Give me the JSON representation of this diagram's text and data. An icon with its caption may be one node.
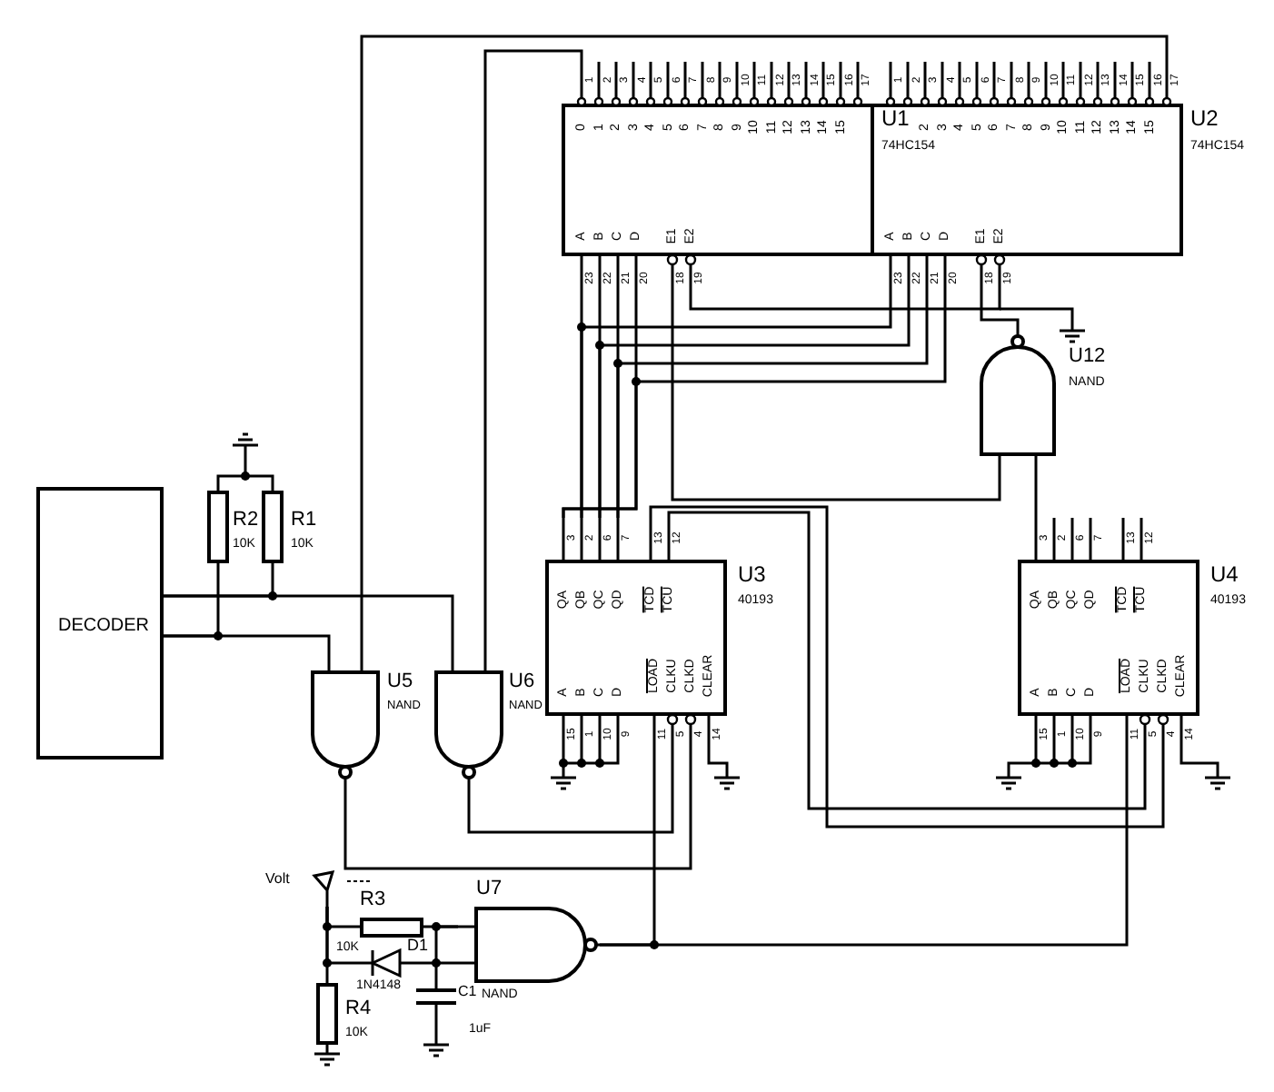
{
  "diagram": {
    "nodes": [
      {
        "text": [
          "DECODER"
        ]
      },
      {
        "text": [],
        "shape": "resistor",
        "beside": [
          "R2",
          "10K"
        ]
      },
      {
        "text": [],
        "shape": "resistor",
        "beside": [
          "R1",
          "10K"
        ]
      },
      {
        "text": [],
        "shape": "gate",
        "beside": [
          "U5",
          "NAND"
        ]
      },
      {
        "text": [],
        "shape": "gate",
        "beside": [
          "U6",
          "NAND"
        ]
      },
      {
        "text": [
          "0",
          "1",
          "2",
          "3",
          "4",
          "5",
          "6",
          "7",
          "8",
          "9",
          "10",
          "11",
          "12",
          "13",
          "14",
          "15",
          "A",
          "B",
          "C",
          "D",
          "E1",
          "E2"
        ],
        "beside": [
          "1",
          "2",
          "3",
          "4",
          "5",
          "6",
          "7",
          "8",
          "9",
          "10",
          "11",
          "12",
          "13",
          "14",
          "15",
          "16",
          "17",
          "23",
          "22",
          "21",
          "20",
          "18",
          "19"
        ]
      },
      {
        "text": [
          "U1",
          "2",
          "3",
          "4",
          "5",
          "6",
          "7",
          "8",
          "9",
          "10",
          "11",
          "12",
          "13",
          "14",
          "15",
          "74HC154",
          "A",
          "B",
          "C",
          "D",
          "E1",
          "E2"
        ],
        "beside": [
          "U2",
          "74HC154",
          "1",
          "2",
          "3",
          "4",
          "5",
          "6",
          "7",
          "8",
          "9",
          "10",
          "11",
          "12",
          "13",
          "14",
          "15",
          "16",
          "17",
          "23",
          "22",
          "21",
          "20",
          "18",
          "19"
        ]
      },
      {
        "text": [],
        "shape": "gate",
        "beside": [
          "U12",
          "NAND"
        ]
      },
      {
        "text": [
          "QA",
          "QB",
          "QC",
          "QD",
          "TCD",
          "TCU",
          "A",
          "B",
          "C",
          "D",
          "LOAD",
          "CLKU",
          "CLKD",
          "CLEAR"
        ],
        "beside": [
          "U3",
          "40193",
          "3",
          "2",
          "6",
          "7",
          "13",
          "12",
          "15",
          "1",
          "10",
          "9",
          "11",
          "5",
          "4",
          "14"
        ]
      },
      {
        "text": [
          "QA",
          "QB",
          "QC",
          "QD",
          "TCD",
          "TCU",
          "A",
          "B",
          "C",
          "D",
          "LOAD",
          "CLKU",
          "CLKD",
          "CLEAR"
        ],
        "beside": [
          "U4",
          "40193",
          "3",
          "2",
          "6",
          "7",
          "13",
          "12",
          "15",
          "1",
          "10",
          "9",
          "11",
          "5",
          "4",
          "14"
        ]
      },
      {
        "text": [],
        "shape": "terminal",
        "beside": [
          "Volt"
        ]
      },
      {
        "text": [],
        "shape": "resistor",
        "beside": [
          "R3",
          "10K"
        ]
      },
      {
        "text": [],
        "shape": "diode",
        "beside": [
          "D1",
          "1N4148"
        ]
      },
      {
        "text": [],
        "shape": "resistor",
        "beside": [
          "R4",
          "10K"
        ]
      },
      {
        "text": [],
        "shape": "capacitor",
        "beside": [
          "C1",
          "1uF"
        ]
      },
      {
        "text": [],
        "shape": "gate",
        "beside": [
          "U7",
          "NAND"
        ]
      }
    ],
    "edges": [
      {
        "from": 0,
        "to": 2,
        "arrow": "none"
      },
      {
        "from": 0,
        "to": 4,
        "arrow": "none"
      },
      {
        "from": 0,
        "to": 1,
        "arrow": "none"
      },
      {
        "from": 0,
        "to": 3,
        "arrow": "none"
      },
      {
        "from": 1,
        "to": 2,
        "arrow": "none"
      },
      {
        "from": 6,
        "to": 3,
        "arrow": "none"
      },
      {
        "from": 5,
        "to": 4,
        "arrow": "none"
      },
      {
        "from": 5,
        "to": 8,
        "arrow": "none"
      },
      {
        "from": 5,
        "to": 8,
        "arrow": "none"
      },
      {
        "from": 5,
        "to": 8,
        "arrow": "none"
      },
      {
        "from": 5,
        "to": 8,
        "arrow": "none"
      },
      {
        "from": 6,
        "to": 8,
        "arrow": "none"
      },
      {
        "from": 6,
        "to": 8,
        "arrow": "none"
      },
      {
        "from": 6,
        "to": 8,
        "arrow": "none"
      },
      {
        "from": 6,
        "to": 8,
        "arrow": "none"
      },
      {
        "from": 6,
        "to": 7,
        "arrow": "none"
      },
      {
        "from": 5,
        "to": 6,
        "arrow": "none"
      },
      {
        "from": 5,
        "to": 7,
        "arrow": "none"
      },
      {
        "from": 7,
        "to": 9,
        "arrow": "none"
      },
      {
        "from": 8,
        "to": 9,
        "arrow": "none"
      },
      {
        "from": 8,
        "to": 9,
        "arrow": "none"
      },
      {
        "from": 3,
        "to": 8,
        "arrow": "none"
      },
      {
        "from": 4,
        "to": 8,
        "arrow": "none"
      },
      {
        "from": 15,
        "to": 8,
        "arrow": "none"
      },
      {
        "from": 15,
        "to": 9,
        "arrow": "none"
      },
      {
        "from": 10,
        "to": 11,
        "arrow": "none"
      },
      {
        "from": 10,
        "to": 12,
        "arrow": "none"
      },
      {
        "from": 10,
        "to": 13,
        "arrow": "none"
      },
      {
        "from": 11,
        "to": 15,
        "arrow": "none"
      },
      {
        "from": 12,
        "to": 15,
        "arrow": "none"
      },
      {
        "from": 14,
        "to": 15,
        "arrow": "none"
      }
    ]
  }
}
